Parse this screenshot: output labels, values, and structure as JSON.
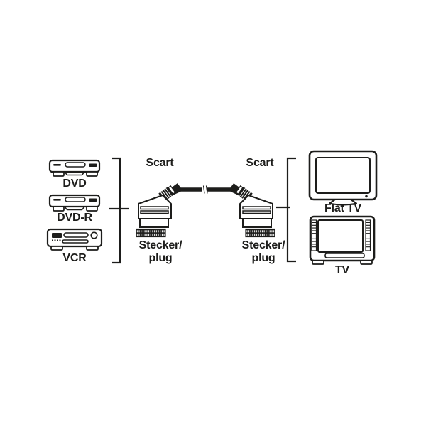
{
  "diagram": {
    "colors": {
      "background": "#ffffff",
      "line": "#1d1d1b"
    },
    "source_devices": [
      {
        "label": "DVD"
      },
      {
        "label": "DVD-R"
      },
      {
        "label": "VCR"
      }
    ],
    "connection": {
      "left_plug": {
        "type_label": "Scart",
        "name_line1": "Stecker/",
        "name_line2": "plug"
      },
      "right_plug": {
        "type_label": "Scart",
        "name_line1": "Stecker/",
        "name_line2": "plug"
      }
    },
    "target_devices": [
      {
        "label": "Flat TV"
      },
      {
        "label": "TV"
      }
    ]
  }
}
